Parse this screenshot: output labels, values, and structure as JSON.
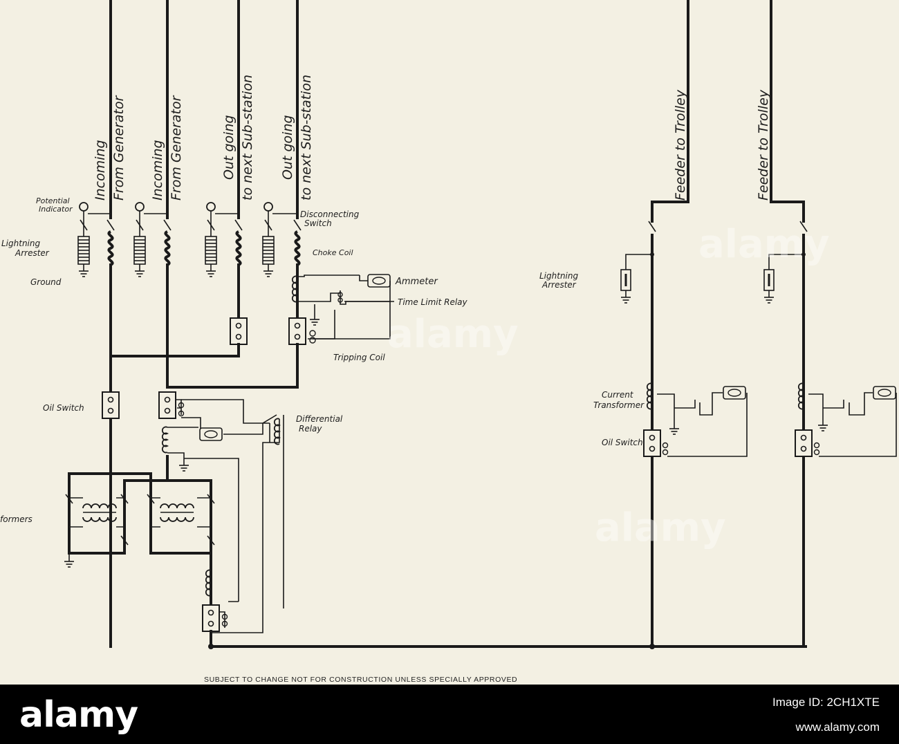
{
  "feeders": {
    "incoming_1": [
      "Incoming",
      "From Generator"
    ],
    "incoming_2": [
      "Incoming",
      "From Generator"
    ],
    "outgoing_1": [
      "Out going",
      "to next Sub-station"
    ],
    "outgoing_2": [
      "Out going",
      "to next Sub-station"
    ],
    "trolley_1": "Feeder to Trolley",
    "trolley_2": "Feeder to Trolley"
  },
  "labels": {
    "potential_indicator": [
      "Potential",
      "Indicator"
    ],
    "lightning_arrester_left": [
      "Lightning",
      "Arrester"
    ],
    "ground": "Ground",
    "disconnecting_switch": [
      "Disconnecting",
      "Switch"
    ],
    "choke_coil": "Choke Coil",
    "ammeter": "Ammeter",
    "time_limit_relay": "Time Limit Relay",
    "tripping_coil": "Tripping Coil",
    "oil_switch_left": "Oil Switch",
    "differential_relay": [
      "Differential",
      "Relay"
    ],
    "transformers": "formers",
    "lightning_arrester_right": [
      "Lightning",
      "Arrester"
    ],
    "current_transformer": [
      "Current",
      "Transformer"
    ],
    "oil_switch_right": "Oil Switch"
  },
  "footer_note": "SUBJECT TO CHANGE   NOT FOR CONSTRUCTION UNLESS SPECIALLY APPROVED",
  "watermark": "alamy",
  "banner": {
    "logo": "alamy",
    "image_id": "Image ID: 2CH1XTE",
    "url": "www.alamy.com"
  }
}
